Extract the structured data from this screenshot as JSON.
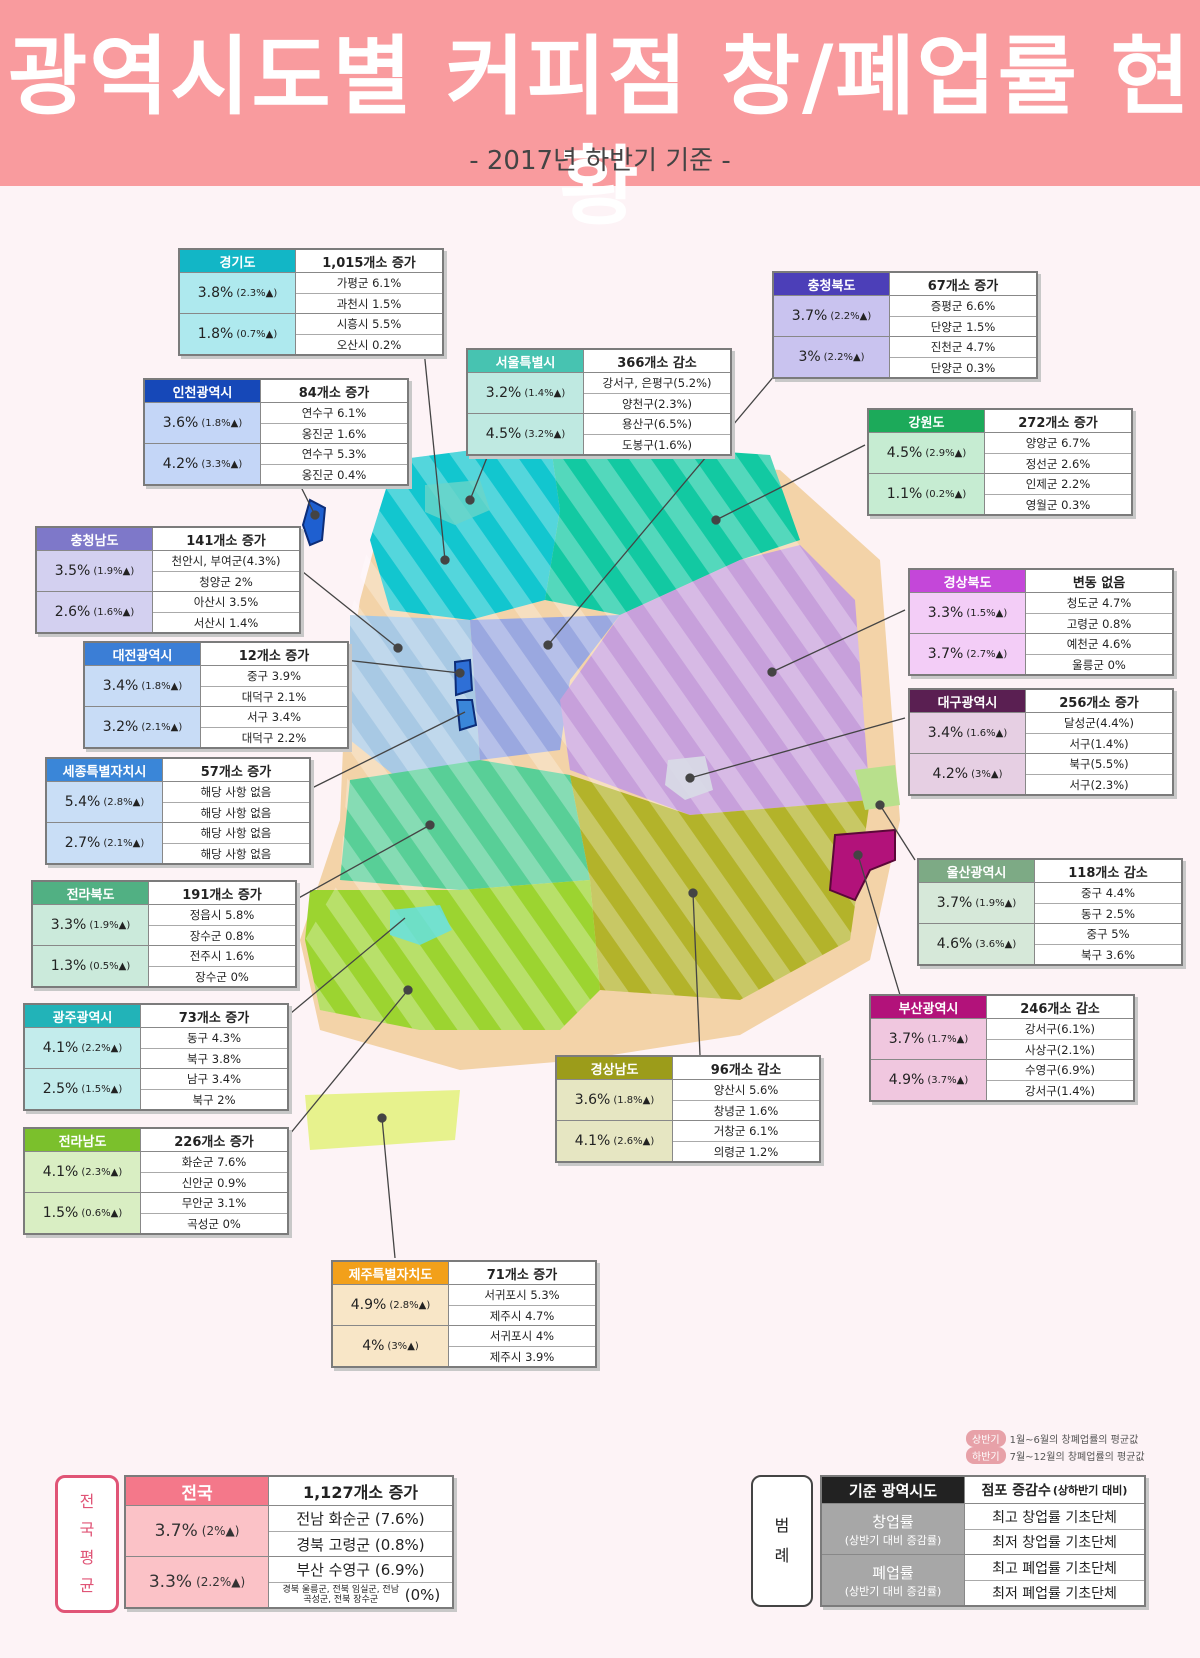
{
  "header": {
    "title": "광역시도별 커피점 창/폐업률 현황",
    "subtitle": "- 2017년 하반기 기준 -"
  },
  "regions": [
    {
      "id": "gyeonggi",
      "name": "경기도",
      "change": "1,015개소 증가",
      "color": "#12b6c6",
      "light": "#aee9ee",
      "open_rate": "3.8%",
      "open_diff": "(2.3%▲)",
      "close_rate": "1.8%",
      "close_diff": "(0.7%▲)",
      "open_max": "가평군 6.1%",
      "open_min": "과천시 1.5%",
      "close_max": "시흥시 5.5%",
      "close_min": "오산시 0.2%"
    },
    {
      "id": "incheon",
      "name": "인천광역시",
      "change": "84개소 증가",
      "color": "#1648b8",
      "light": "#c4d6f7",
      "open_rate": "3.6%",
      "open_diff": "(1.8%▲)",
      "close_rate": "4.2%",
      "close_diff": "(3.3%▲)",
      "open_max": "연수구 6.1%",
      "open_min": "옹진군 1.6%",
      "close_max": "연수구 5.3%",
      "close_min": "옹진군 0.4%"
    },
    {
      "id": "seoul",
      "name": "서울특별시",
      "change": "366개소 감소",
      "color": "#47c3b1",
      "light": "#bfe9e1",
      "open_rate": "3.2%",
      "open_diff": "(1.4%▲)",
      "close_rate": "4.5%",
      "close_diff": "(3.2%▲)",
      "open_max": "강서구, 은평구(5.2%)",
      "open_min": "양천구(2.3%)",
      "close_max": "용산구(6.5%)",
      "close_min": "도봉구(1.6%)"
    },
    {
      "id": "chungbuk",
      "name": "충청북도",
      "change": "67개소 증가",
      "color": "#4c3fb8",
      "light": "#c9c3ef",
      "open_rate": "3.7%",
      "open_diff": "(2.2%▲)",
      "close_rate": "3%",
      "close_diff": "(2.2%▲)",
      "open_max": "증평군 6.6%",
      "open_min": "단양군 1.5%",
      "close_max": "진천군 4.7%",
      "close_min": "단양군 0.3%"
    },
    {
      "id": "gangwon",
      "name": "강원도",
      "change": "272개소 증가",
      "color": "#1caa5a",
      "light": "#c6ecd2",
      "open_rate": "4.5%",
      "open_diff": "(2.9%▲)",
      "close_rate": "1.1%",
      "close_diff": "(0.2%▲)",
      "open_max": "양양군 6.7%",
      "open_min": "정선군 2.6%",
      "close_max": "인제군 2.2%",
      "close_min": "영월군 0.3%"
    },
    {
      "id": "chungnam",
      "name": "충청남도",
      "change": "141개소 증가",
      "color": "#7e78c9",
      "light": "#d3d0f0",
      "open_rate": "3.5%",
      "open_diff": "(1.9%▲)",
      "close_rate": "2.6%",
      "close_diff": "(1.6%▲)",
      "open_max": "천안시, 부여군(4.3%)",
      "open_min": "청양군 2%",
      "close_max": "아산시 3.5%",
      "close_min": "서산시 1.4%"
    },
    {
      "id": "gyeongbuk",
      "name": "경상북도",
      "change": "변동 없음",
      "color": "#c447d9",
      "light": "#f3cdf7",
      "open_rate": "3.3%",
      "open_diff": "(1.5%▲)",
      "close_rate": "3.7%",
      "close_diff": "(2.7%▲)",
      "open_max": "청도군 4.7%",
      "open_min": "고령군 0.8%",
      "close_max": "예천군 4.6%",
      "close_min": "울릉군 0%"
    },
    {
      "id": "daejeon",
      "name": "대전광역시",
      "change": "12개소 증가",
      "color": "#3b7ed6",
      "light": "#c8dcf6",
      "open_rate": "3.4%",
      "open_diff": "(1.8%▲)",
      "close_rate": "3.2%",
      "close_diff": "(2.1%▲)",
      "open_max": "중구 3.9%",
      "open_min": "대덕구 2.1%",
      "close_max": "서구 3.4%",
      "close_min": "대덕구 2.2%"
    },
    {
      "id": "daegu",
      "name": "대구광역시",
      "change": "256개소 증가",
      "color": "#5a1f52",
      "light": "#e6cfe3",
      "open_rate": "3.4%",
      "open_diff": "(1.6%▲)",
      "close_rate": "4.2%",
      "close_diff": "(3%▲)",
      "open_max": "달성군(4.4%)",
      "open_min": "서구(1.4%)",
      "close_max": "북구(5.5%)",
      "close_min": "서구(2.3%)"
    },
    {
      "id": "sejong",
      "name": "세종특별자치시",
      "change": "57개소 증가",
      "color": "#3a86d8",
      "light": "#c9def6",
      "open_rate": "5.4%",
      "open_diff": "(2.8%▲)",
      "close_rate": "2.7%",
      "close_diff": "(2.1%▲)",
      "open_max": "해당 사항 없음",
      "open_min": "해당 사항 없음",
      "close_max": "해당 사항 없음",
      "close_min": "해당 사항 없음"
    },
    {
      "id": "ulsan",
      "name": "울산광역시",
      "change": "118개소 감소",
      "color": "#7daa85",
      "light": "#d6e8d9",
      "open_rate": "3.7%",
      "open_diff": "(1.9%▲)",
      "close_rate": "4.6%",
      "close_diff": "(3.6%▲)",
      "open_max": "중구 4.4%",
      "open_min": "동구 2.5%",
      "close_max": "중구 5%",
      "close_min": "북구 3.6%"
    },
    {
      "id": "jeonbuk",
      "name": "전라북도",
      "change": "191개소 증가",
      "color": "#51b083",
      "light": "#cbeadb",
      "open_rate": "3.3%",
      "open_diff": "(1.9%▲)",
      "close_rate": "1.3%",
      "close_diff": "(0.5%▲)",
      "open_max": "정읍시 5.8%",
      "open_min": "장수군 0.8%",
      "close_max": "전주시 1.6%",
      "close_min": "장수군 0%"
    },
    {
      "id": "busan",
      "name": "부산광역시",
      "change": "246개소 감소",
      "color": "#b2127a",
      "light": "#f0c7df",
      "open_rate": "3.7%",
      "open_diff": "(1.7%▲)",
      "close_rate": "4.9%",
      "close_diff": "(3.7%▲)",
      "open_max": "강서구(6.1%)",
      "open_min": "사상구(2.1%)",
      "close_max": "수영구(6.9%)",
      "close_min": "강서구(1.4%)"
    },
    {
      "id": "gwangju",
      "name": "광주광역시",
      "change": "73개소 증가",
      "color": "#22b3b8",
      "light": "#c3ecec",
      "open_rate": "4.1%",
      "open_diff": "(2.2%▲)",
      "close_rate": "2.5%",
      "close_diff": "(1.5%▲)",
      "open_max": "동구 4.3%",
      "open_min": "북구 3.8%",
      "close_max": "남구 3.4%",
      "close_min": "북구 2%"
    },
    {
      "id": "gyeongnam",
      "name": "경상남도",
      "change": "96개소 감소",
      "color": "#9c9c1a",
      "light": "#e6e6c2",
      "open_rate": "3.6%",
      "open_diff": "(1.8%▲)",
      "close_rate": "4.1%",
      "close_diff": "(2.6%▲)",
      "open_max": "양산시 5.6%",
      "open_min": "창녕군 1.6%",
      "close_max": "거창군 6.1%",
      "close_min": "의령군 1.2%"
    },
    {
      "id": "jeonnam",
      "name": "전라남도",
      "change": "226개소 증가",
      "color": "#7bc02c",
      "light": "#d9eec3",
      "open_rate": "4.1%",
      "open_diff": "(2.3%▲)",
      "close_rate": "1.5%",
      "close_diff": "(0.6%▲)",
      "open_max": "화순군 7.6%",
      "open_min": "신안군 0.9%",
      "close_max": "무안군 3.1%",
      "close_min": "곡성군 0%"
    },
    {
      "id": "jeju",
      "name": "제주특별자치도",
      "change": "71개소 증가",
      "color": "#f2a01a",
      "light": "#f8e6c7",
      "open_rate": "4.9%",
      "open_diff": "(2.8%▲)",
      "close_rate": "4%",
      "close_diff": "(3%▲)",
      "open_max": "서귀포시 5.3%",
      "open_min": "제주시 4.7%",
      "close_max": "서귀포시 4%",
      "close_min": "제주시 3.9%"
    }
  ],
  "notes": {
    "first_half_tag": "상반기",
    "first_half_text": "1월~6월의 창폐업률의 평균값",
    "second_half_tag": "하반기",
    "second_half_text": "7월~12월의 창폐업률의 평균값"
  },
  "national": {
    "side_label": [
      "전",
      "국",
      "평",
      "균"
    ],
    "name": "전국",
    "change": "1,127개소 증가",
    "open_rate": "3.7%",
    "open_diff": "(2%▲)",
    "close_rate": "3.3%",
    "close_diff": "(2.2%▲)",
    "open_max": "전남 화순군 (7.6%)",
    "open_min": "경북 고령군 (0.8%)",
    "close_max": "부산 수영구 (6.9%)",
    "close_min_list": "경북 울릉군, 전북 임실군, 전남 곡성군, 전북 장수군",
    "close_min_value": "(0%)"
  },
  "legend": {
    "side_label": [
      "범",
      "례"
    ],
    "header_left": "기준 광역시도",
    "header_right": "점포 증감수",
    "header_right_sub": "(상하반기 대비)",
    "open_label": "창업률",
    "open_sub": "(상반기 대비 증감률)",
    "close_label": "폐업률",
    "close_sub": "(상반기 대비 증감률)",
    "open_max": "최고 창업률 기초단체",
    "open_min": "최저 창업률 기초단체",
    "close_max": "최고 폐업률 기초단체",
    "close_min": "최저 폐업률 기초단체"
  }
}
